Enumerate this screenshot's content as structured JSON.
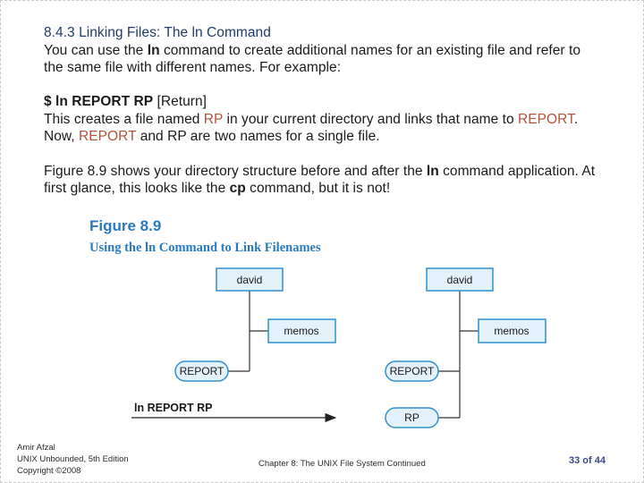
{
  "slide": {
    "title": "8.4.3 Linking Files: The ln Command",
    "intro": {
      "part1": "You can use the ",
      "cmd": "ln",
      "part2": " command to create additional names for an existing file and refer to the same file with different names. For example:"
    },
    "command_line": {
      "cmd": "$ ln REPORT RP",
      "suffix": " [Return]"
    },
    "explanation": {
      "part1": "This creates a file named ",
      "rp": "RP",
      "part2": " in your current directory and links that name to ",
      "report": "REPORT",
      "part3": ". Now, ",
      "report2": "REPORT",
      "part4": " and RP are two names for a single file."
    },
    "figure_text": {
      "part1": "Figure 8.9 shows your directory structure before and after the ",
      "ln": "ln",
      "part2": " command application. At first glance, this looks like the ",
      "cp": "cp",
      "part3": " command, but it is not!"
    }
  },
  "figure": {
    "label": "Figure 8.9",
    "caption": "Using the ln Command to Link Filenames",
    "before": {
      "dir": "david",
      "sub": "memos",
      "file": "REPORT"
    },
    "after": {
      "dir": "david",
      "sub": "memos",
      "file": "REPORT",
      "link": "RP"
    },
    "arrow_label": "ln REPORT RP",
    "colors": {
      "heading_blue": "#2a7ac2",
      "box_fill": "#e3f1fb",
      "box_stroke": "#2f8fd0",
      "line": "#333333",
      "arrow": "#222222"
    }
  },
  "footer": {
    "author": "Amir Afzal",
    "book": "UNIX Unbounded, 5th Edition",
    "copyright": "Copyright ©2008",
    "chapter": "Chapter 8: The UNIX File System Continued",
    "page": "33 of 44"
  }
}
